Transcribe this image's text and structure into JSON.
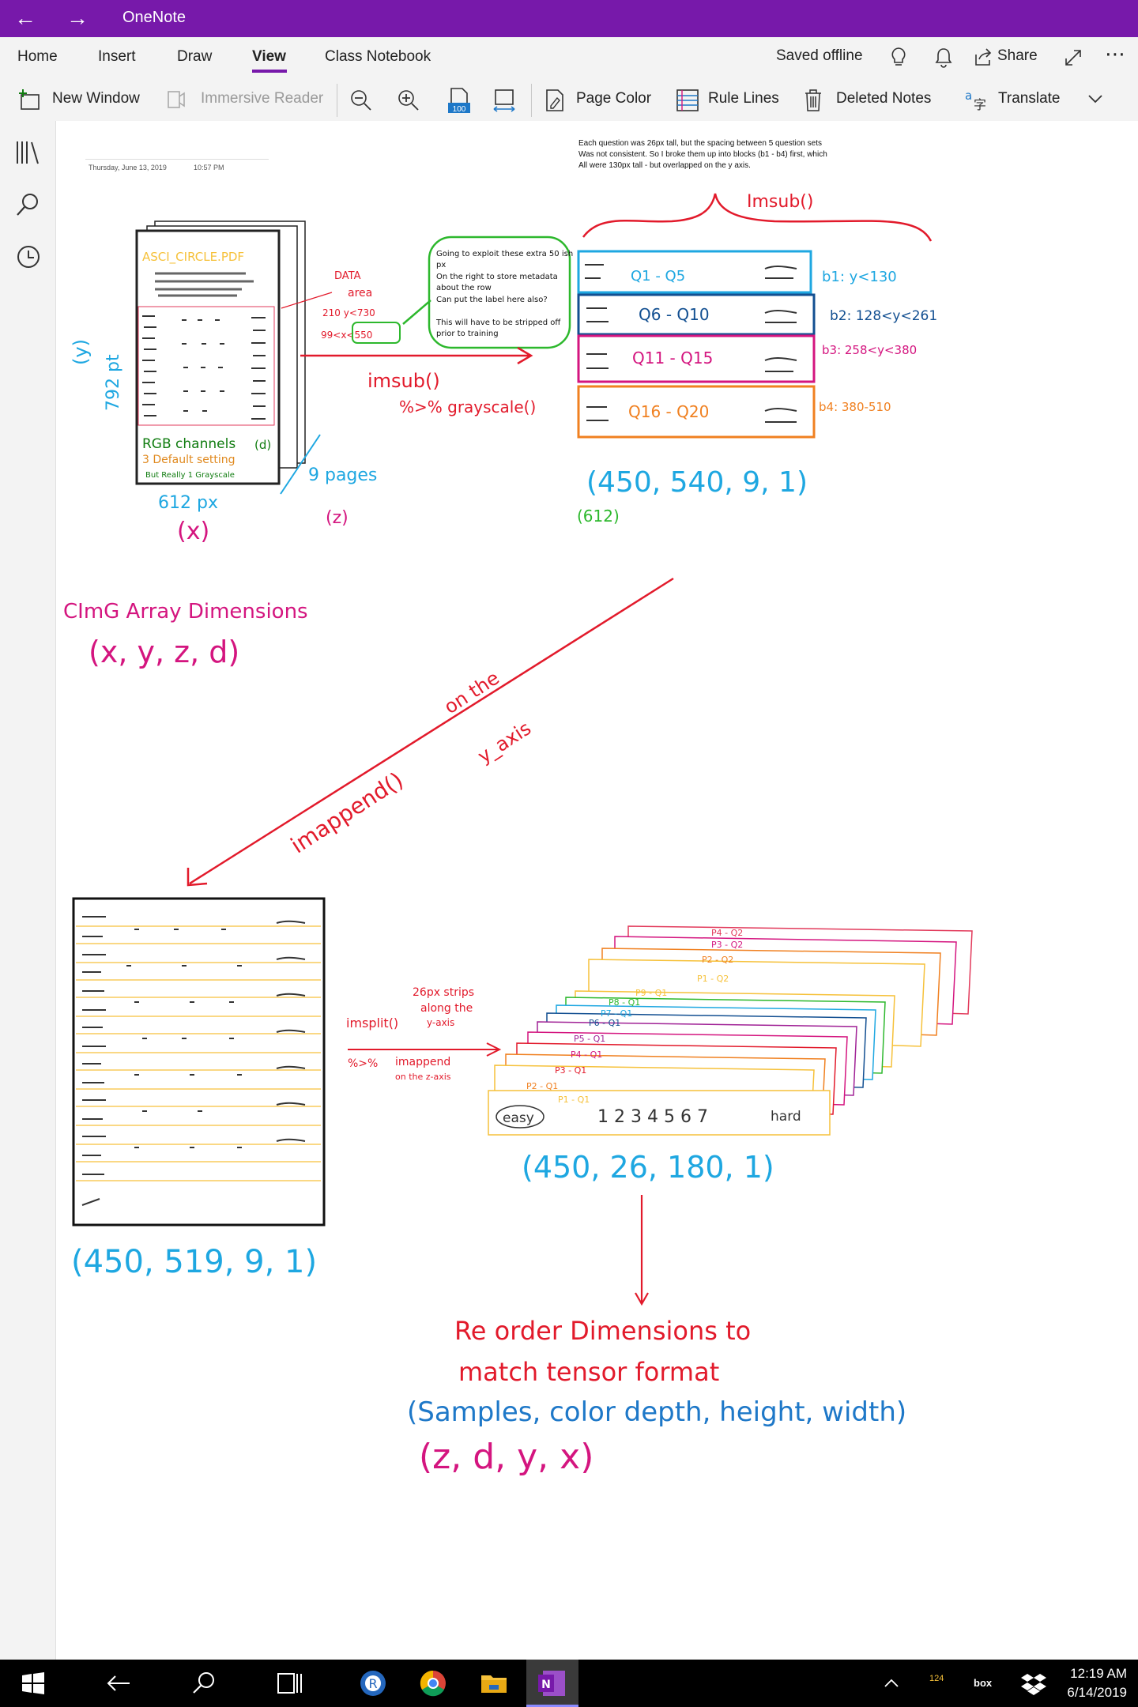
{
  "titlebar": {
    "app_title": "OneNote",
    "back_icon": "back-arrow-icon",
    "forward_icon": "forward-arrow-icon",
    "color": "#7719aa"
  },
  "tabs": [
    {
      "label": "Home"
    },
    {
      "label": "Insert"
    },
    {
      "label": "Draw"
    },
    {
      "label": "View",
      "active": true
    },
    {
      "label": "Class Notebook"
    }
  ],
  "header_right": {
    "saved_status": "Saved offline",
    "share_label": "Share"
  },
  "ribbon": {
    "new_window": "New Window",
    "immersive_reader": "Immersive Reader",
    "page_color": "Page Color",
    "rule_lines": "Rule Lines",
    "deleted_notes": "Deleted Notes",
    "translate": "Translate",
    "zoom_100_label": "100"
  },
  "page": {
    "date": "Thursday, June 13, 2019",
    "time": "10:57 PM",
    "note_lines": [
      "Each question was 26px tall, but the spacing between 5 question sets",
      "Was not consistent. So I broke them up into blocks (b1 - b4) first, which",
      "All were 130px tall - but overlapped on the y axis."
    ],
    "callout_lines": [
      "Going to exploit these extra 50 ish",
      "px",
      "On the right to store metadata",
      "about the row",
      "Can put the label here also?",
      "",
      "This will have to be stripped off",
      "prior to training"
    ]
  },
  "ink": {
    "pdf_label": "ASCI_CIRCLE.PDF",
    "data_area": "DATA",
    "data_area2": "area",
    "y_range": "210 y<730",
    "x_range": "99<x<550",
    "y_axis": "(y)",
    "y_size": "792 pt",
    "x_size": "612 px",
    "x_axis": "(x)",
    "rgb_note1": "RGB channels",
    "rgb_note2": "3 Default setting",
    "rgb_note3": "But Really 1 Grayscale",
    "d_label": "(d)",
    "pages": "9 pages",
    "z_label": "(z)",
    "imsub_top": "Imsub()",
    "imsub_mid": "imsub()",
    "grayscale": "%>% grayscale()",
    "q1": "Q1 - Q5",
    "q2": "Q6 - Q10",
    "q3": "Q11 - Q15",
    "q4": "Q16 - Q20",
    "b1": "b1: y<130",
    "b2": "b2: 128<y<261",
    "b3": "b3: 258<y<380",
    "b4": "b4: 380-510",
    "dims1": "(450, 540, 9, 1)",
    "dims1b": "(612)",
    "cimg_title": "CImG Array Dimensions",
    "cimg_dims": "(x, y, z, d)",
    "imappend": "imappend()",
    "on_the": "on the",
    "y_axis_lbl": "y_axis",
    "dims2": "(450, 519, 9, 1)",
    "strips1": "26px strips",
    "strips2": "along the",
    "strips3": "y-axis",
    "imsplit": "imsplit()",
    "pipe2": "%>%",
    "imappend2": "imappend",
    "z_axis": "on the z-axis",
    "easy": "easy",
    "scale": "1 2 3 4 5 6 7",
    "hard": "hard",
    "dims3": "(450, 26, 180, 1)",
    "reorder1": "Re order Dimensions to",
    "reorder2": "match tensor format",
    "tensor": "(Samples, color depth, height, width)",
    "tensor_dims": "(z, d, y, x)",
    "stack_back": [
      "P4 - Q2",
      "P3 - Q2",
      "P2 - Q2",
      "P1 - Q2"
    ],
    "stack_front": [
      "P9 - Q1",
      "P8 - Q1",
      "P7 - Q1",
      "P6 - Q1",
      "P5 - Q1",
      "P4 - Q1",
      "P3 - Q1",
      "P2 - Q1",
      "P1 - Q1"
    ],
    "colors": {
      "red": "#e21a2b",
      "blue": "#1ea7e1",
      "green": "#2db82d",
      "magenta": "#d4157f",
      "orange": "#f08020",
      "navy": "#124f91",
      "yellow": "#f6c13a",
      "purple": "#a02296"
    }
  },
  "taskbar": {
    "time": "12:19 AM",
    "date": "6/14/2019",
    "badge": "124",
    "box_label": "box"
  }
}
